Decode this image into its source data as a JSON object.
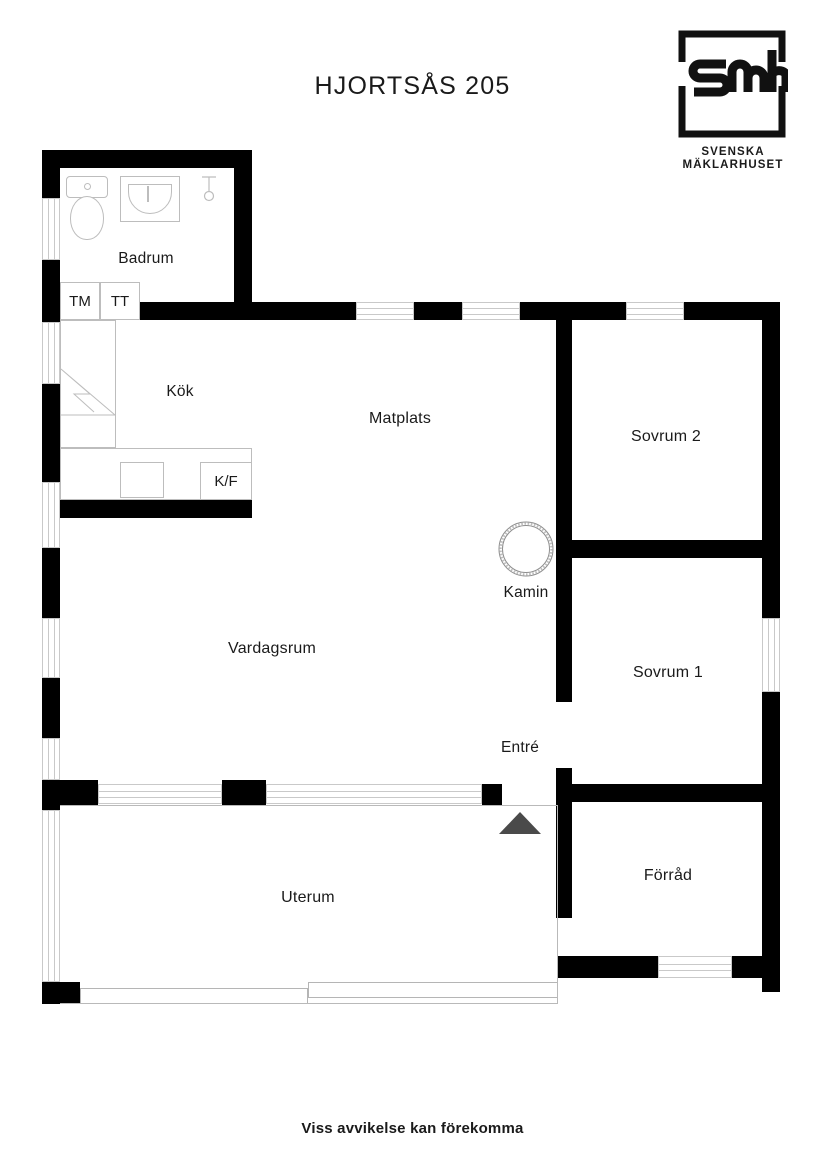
{
  "document": {
    "title": "HJORTSÅS 205",
    "footer_note": "Viss avvikelse kan förekomma"
  },
  "brand": {
    "mark_text": "smh",
    "name_line1": "SVENSKA",
    "name_line2": "MÄKLARHUSET"
  },
  "rooms": [
    {
      "key": "badrum",
      "label": "Badrum"
    },
    {
      "key": "kok",
      "label": "Kök"
    },
    {
      "key": "matplats",
      "label": "Matplats"
    },
    {
      "key": "sovrum2",
      "label": "Sovrum 2"
    },
    {
      "key": "vardagsrum",
      "label": "Vardagsrum"
    },
    {
      "key": "sovrum1",
      "label": "Sovrum 1"
    },
    {
      "key": "kamin",
      "label": "Kamin"
    },
    {
      "key": "entre",
      "label": "Entré"
    },
    {
      "key": "uterum",
      "label": "Uterum"
    },
    {
      "key": "forrad",
      "label": "Förråd"
    }
  ],
  "appliances": [
    {
      "key": "tm",
      "label": "TM"
    },
    {
      "key": "tt",
      "label": "TT"
    },
    {
      "key": "kf",
      "label": "K/F"
    }
  ],
  "colors": {
    "wall": "#000000",
    "fixture_outline": "#bdbdbd",
    "window_outline": "#c9c9c9",
    "arrow": "#4a4a4a",
    "text": "#1a1a1a",
    "background": "#ffffff"
  }
}
